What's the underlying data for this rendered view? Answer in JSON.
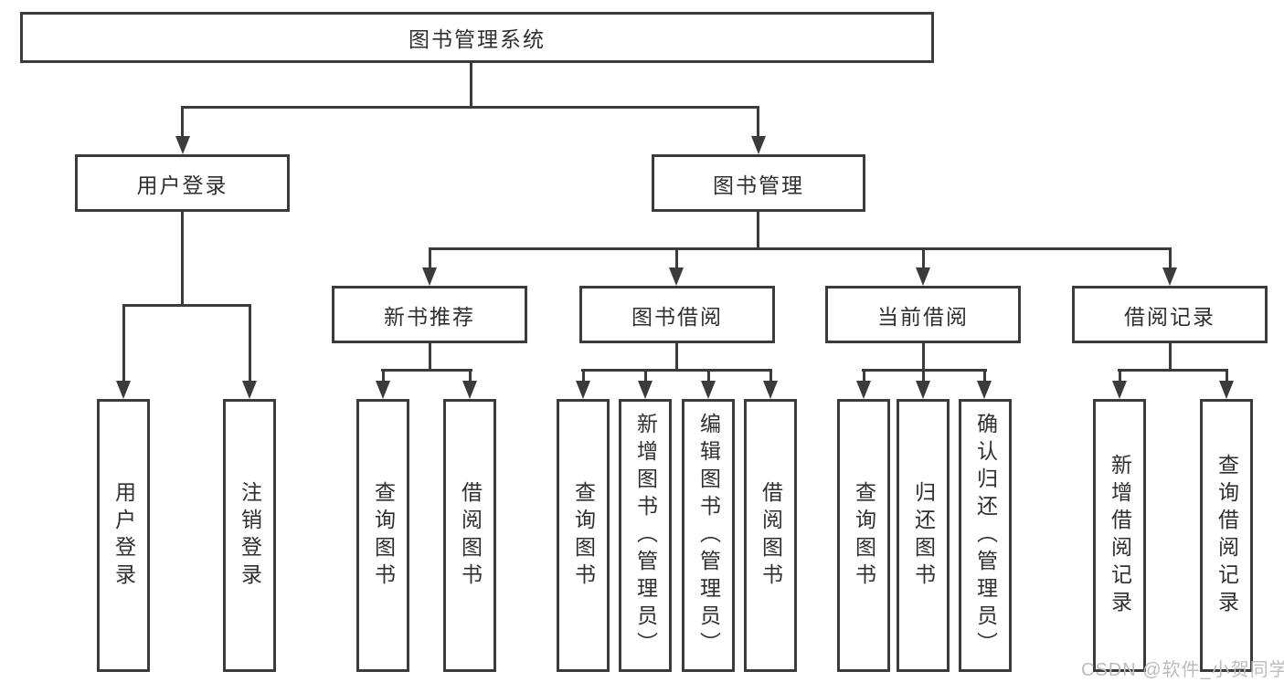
{
  "root_label": "图书管理系统",
  "level2": {
    "user_login": "用户登录",
    "book_management": "图书管理"
  },
  "level3": {
    "new_book_recommend": "新书推荐",
    "book_borrow": "图书借阅",
    "current_borrow": "当前借阅",
    "borrow_records": "借阅记录"
  },
  "leaves": {
    "user_login": [
      "用户登录",
      "注销登录"
    ],
    "new_book_recommend": [
      "查询图书",
      "借阅图书"
    ],
    "book_borrow": [
      "查询图书",
      "新增图书（管理员）",
      "编辑图书（管理员）",
      "借阅图书"
    ],
    "current_borrow": [
      "查询图书",
      "归还图书",
      "确认归还（管理员）"
    ],
    "borrow_records": [
      "新增借阅记录",
      "查询借阅记录"
    ]
  },
  "watermark": "CSDN @软件_小贺同学",
  "colors": {
    "line": "#3b3b3b",
    "text": "#2f2f2f",
    "watermark": "#bcbcbc",
    "background": "#ffffff"
  }
}
